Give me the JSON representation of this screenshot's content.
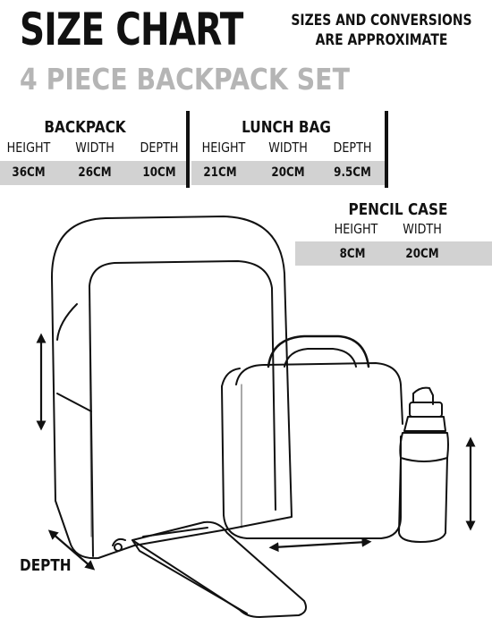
{
  "header": {
    "title": "SIZE CHART",
    "note_line1": "SIZES AND CONVERSIONS",
    "note_line2": "ARE APPROXIMATE",
    "subtitle": "4 PIECE BACKPACK SET"
  },
  "backpack": {
    "title": "BACKPACK",
    "headers": [
      "HEIGHT",
      "WIDTH",
      "DEPTH"
    ],
    "values": [
      "36CM",
      "26CM",
      "10CM"
    ]
  },
  "lunch_bag": {
    "title": "LUNCH BAG",
    "headers": [
      "HEIGHT",
      "WIDTH",
      "DEPTH"
    ],
    "values": [
      "21CM",
      "20CM",
      "9.5CM"
    ]
  },
  "pencil_case": {
    "title": "PENCIL CASE",
    "headers": [
      "HEIGHT",
      "WIDTH"
    ],
    "values": [
      "8CM",
      "20CM"
    ]
  },
  "illustration": {
    "depth_label": "DEPTH"
  },
  "colors": {
    "subtitle_gray": "#b5b5b5",
    "row_bar": "#d2d2d2",
    "ink": "#111111"
  }
}
